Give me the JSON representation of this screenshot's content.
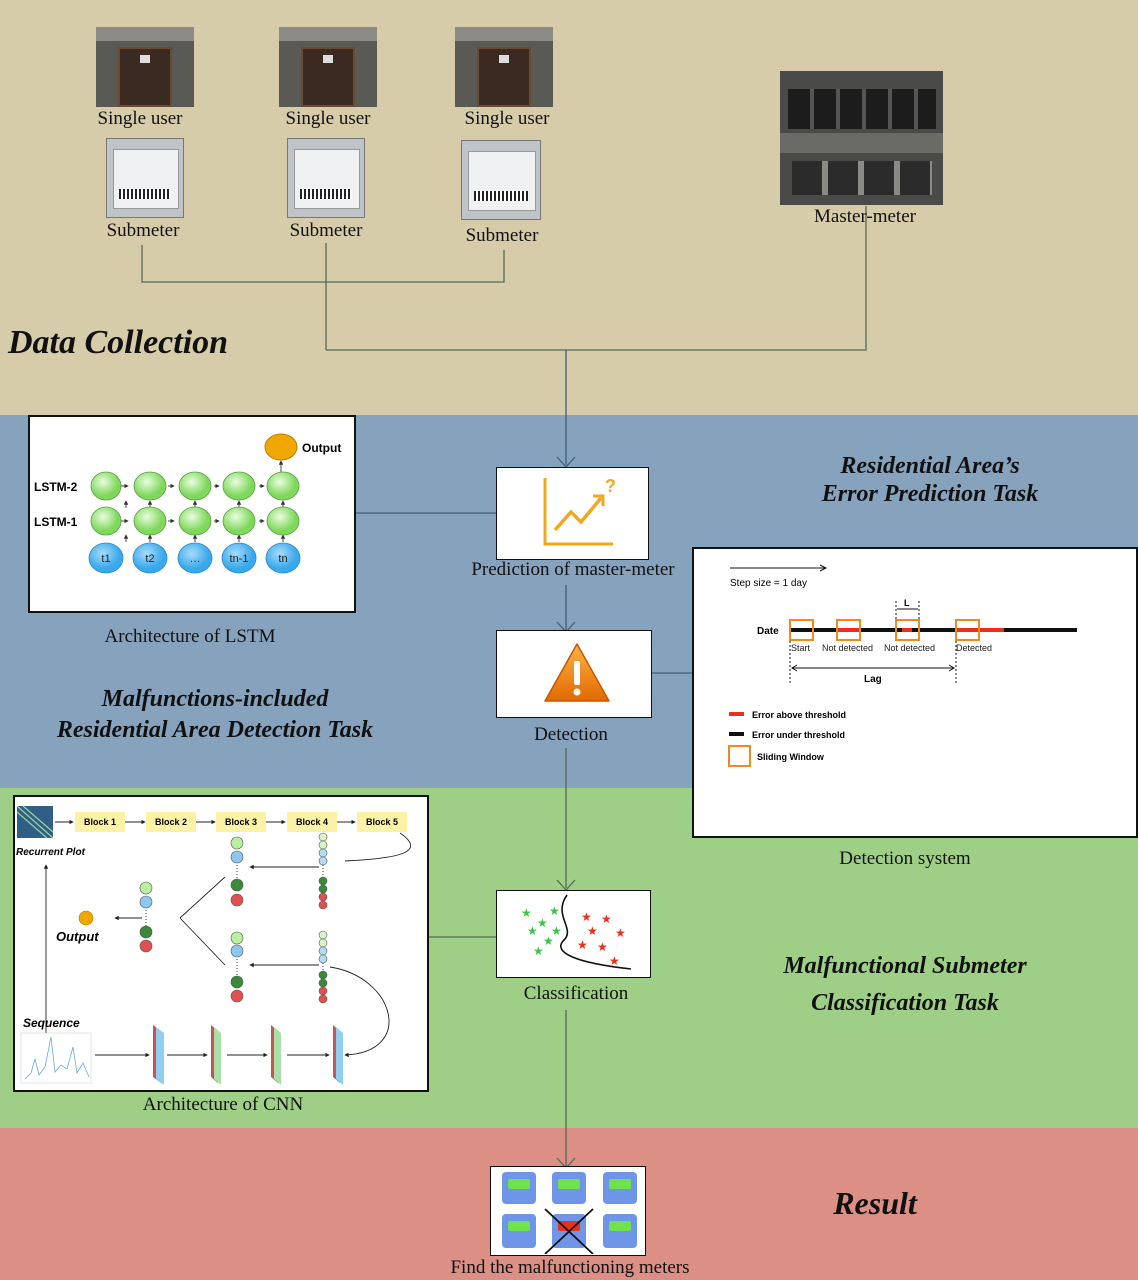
{
  "sections": {
    "data_collection": "Data Collection",
    "error_prediction": [
      "Residential Area’s",
      "Error Prediction Task"
    ],
    "detection_task": [
      "Malfunctions-included",
      "Residential Area Detection Task"
    ],
    "classification_task": [
      "Malfunctional Submeter",
      "Classification Task"
    ],
    "result": "Result"
  },
  "colors": {
    "data_collection_bg": "#d6cca9",
    "prediction_bg": "#87a2bd",
    "classification_bg": "#9fcf87",
    "result_bg": "#db8f85",
    "lstm_node": "#9ee27e",
    "input_node": "#5bb8f0",
    "output_node": "#f0a800",
    "error_red": "#e8301a",
    "window_orange": "#f08a1e"
  },
  "data_collection": {
    "users": [
      {
        "user_label": "Single user",
        "meter_label": "Submeter"
      },
      {
        "user_label": "Single user",
        "meter_label": "Submeter"
      },
      {
        "user_label": "Single user",
        "meter_label": "Submeter"
      }
    ],
    "master_label": "Master-meter"
  },
  "lstm": {
    "output_label": "Output",
    "layer2_label": "LSTM-2",
    "layer1_label": "LSTM-1",
    "inputs": [
      "t1",
      "t2",
      "…",
      "tn-1",
      "tn"
    ],
    "caption": "Architecture of LSTM"
  },
  "prediction": {
    "caption": "Prediction of master-meter",
    "icon": "rising-chart-question-icon"
  },
  "detection": {
    "caption": "Detection",
    "icon": "warning-triangle-icon"
  },
  "detection_system": {
    "step_size": "Step size = 1 day",
    "date_label": "Date",
    "window_width_label": "L",
    "window_labels": [
      "Start",
      "Not detected",
      "Not detected",
      "Detected"
    ],
    "lag_label": "Lag",
    "legend": [
      "Error above threshold",
      "Error under threshold",
      "Sliding Window"
    ],
    "caption": "Detection system"
  },
  "cnn": {
    "blocks": [
      "Block 1",
      "Block 2",
      "Block 3",
      "Block 4",
      "Block 5"
    ],
    "recurrent_plot_label": "Recurrent Plot",
    "output_label": "Output",
    "sequence_label": "Sequence",
    "caption": "Architecture of CNN"
  },
  "classification": {
    "caption": "Classification",
    "icon": "scatter-classes-icon"
  },
  "result": {
    "caption": "Find the malfunctioning meters",
    "icon": "meter-grid-icon"
  }
}
